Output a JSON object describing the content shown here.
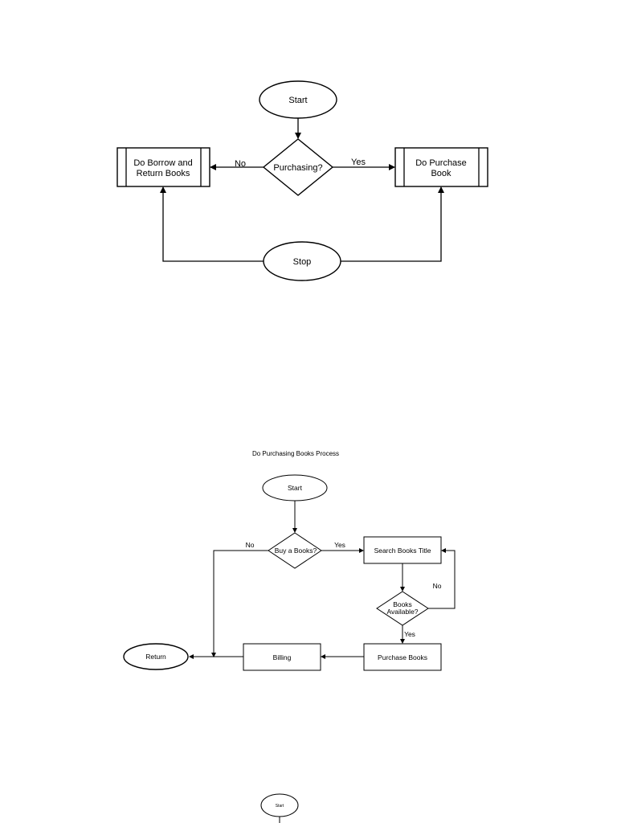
{
  "diagram1": {
    "start": "Start",
    "decision": "Purchasing?",
    "left_box_line1": "Do Borrow and",
    "left_box_line2": "Return Books",
    "right_box_line1": "Do Purchase",
    "right_box_line2": "Book",
    "stop": "Stop",
    "no_label": "No",
    "yes_label": "Yes"
  },
  "diagram2": {
    "title": "Do Purchasing Books Process",
    "start": "Start",
    "decision_buy": "Buy a Books?",
    "no_label": "No",
    "yes_label": "Yes",
    "search": "Search Books Title",
    "decision_avail_line1": "Books",
    "decision_avail_line2": "Available?",
    "avail_no_label": "No",
    "avail_yes_label": "Yes",
    "purchase": "Purchase Books",
    "billing": "Billing",
    "return": "Return"
  },
  "diagram3": {
    "start": "Start"
  }
}
